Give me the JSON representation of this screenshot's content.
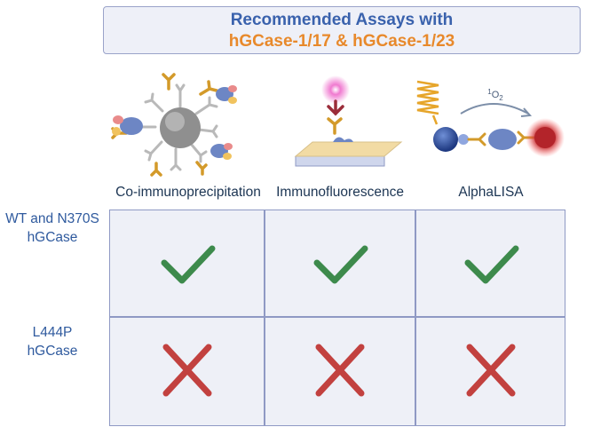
{
  "header": {
    "line1": "Recommended Assays with",
    "line2": "hGCase-1/17 &  hGCase-1/23"
  },
  "assays": [
    {
      "label": "Co-immunoprecipitation"
    },
    {
      "label": "Immunofluorescence"
    },
    {
      "label": "AlphaLISA"
    }
  ],
  "variants": [
    {
      "line1": "WT and N370S",
      "line2": "hGCase",
      "results": [
        "check",
        "check",
        "check"
      ]
    },
    {
      "line1": "L444P",
      "line2": "hGCase",
      "results": [
        "cross",
        "cross",
        "cross"
      ]
    }
  ],
  "alphalisa_annotation": "1O2",
  "colors": {
    "title_blue": "#3a62ad",
    "title_orange": "#e8892b",
    "check_green": "#3d8a4c",
    "cross_red": "#c2413f",
    "grid_border": "#8f99c4",
    "grid_fill": "#eef0f7"
  }
}
